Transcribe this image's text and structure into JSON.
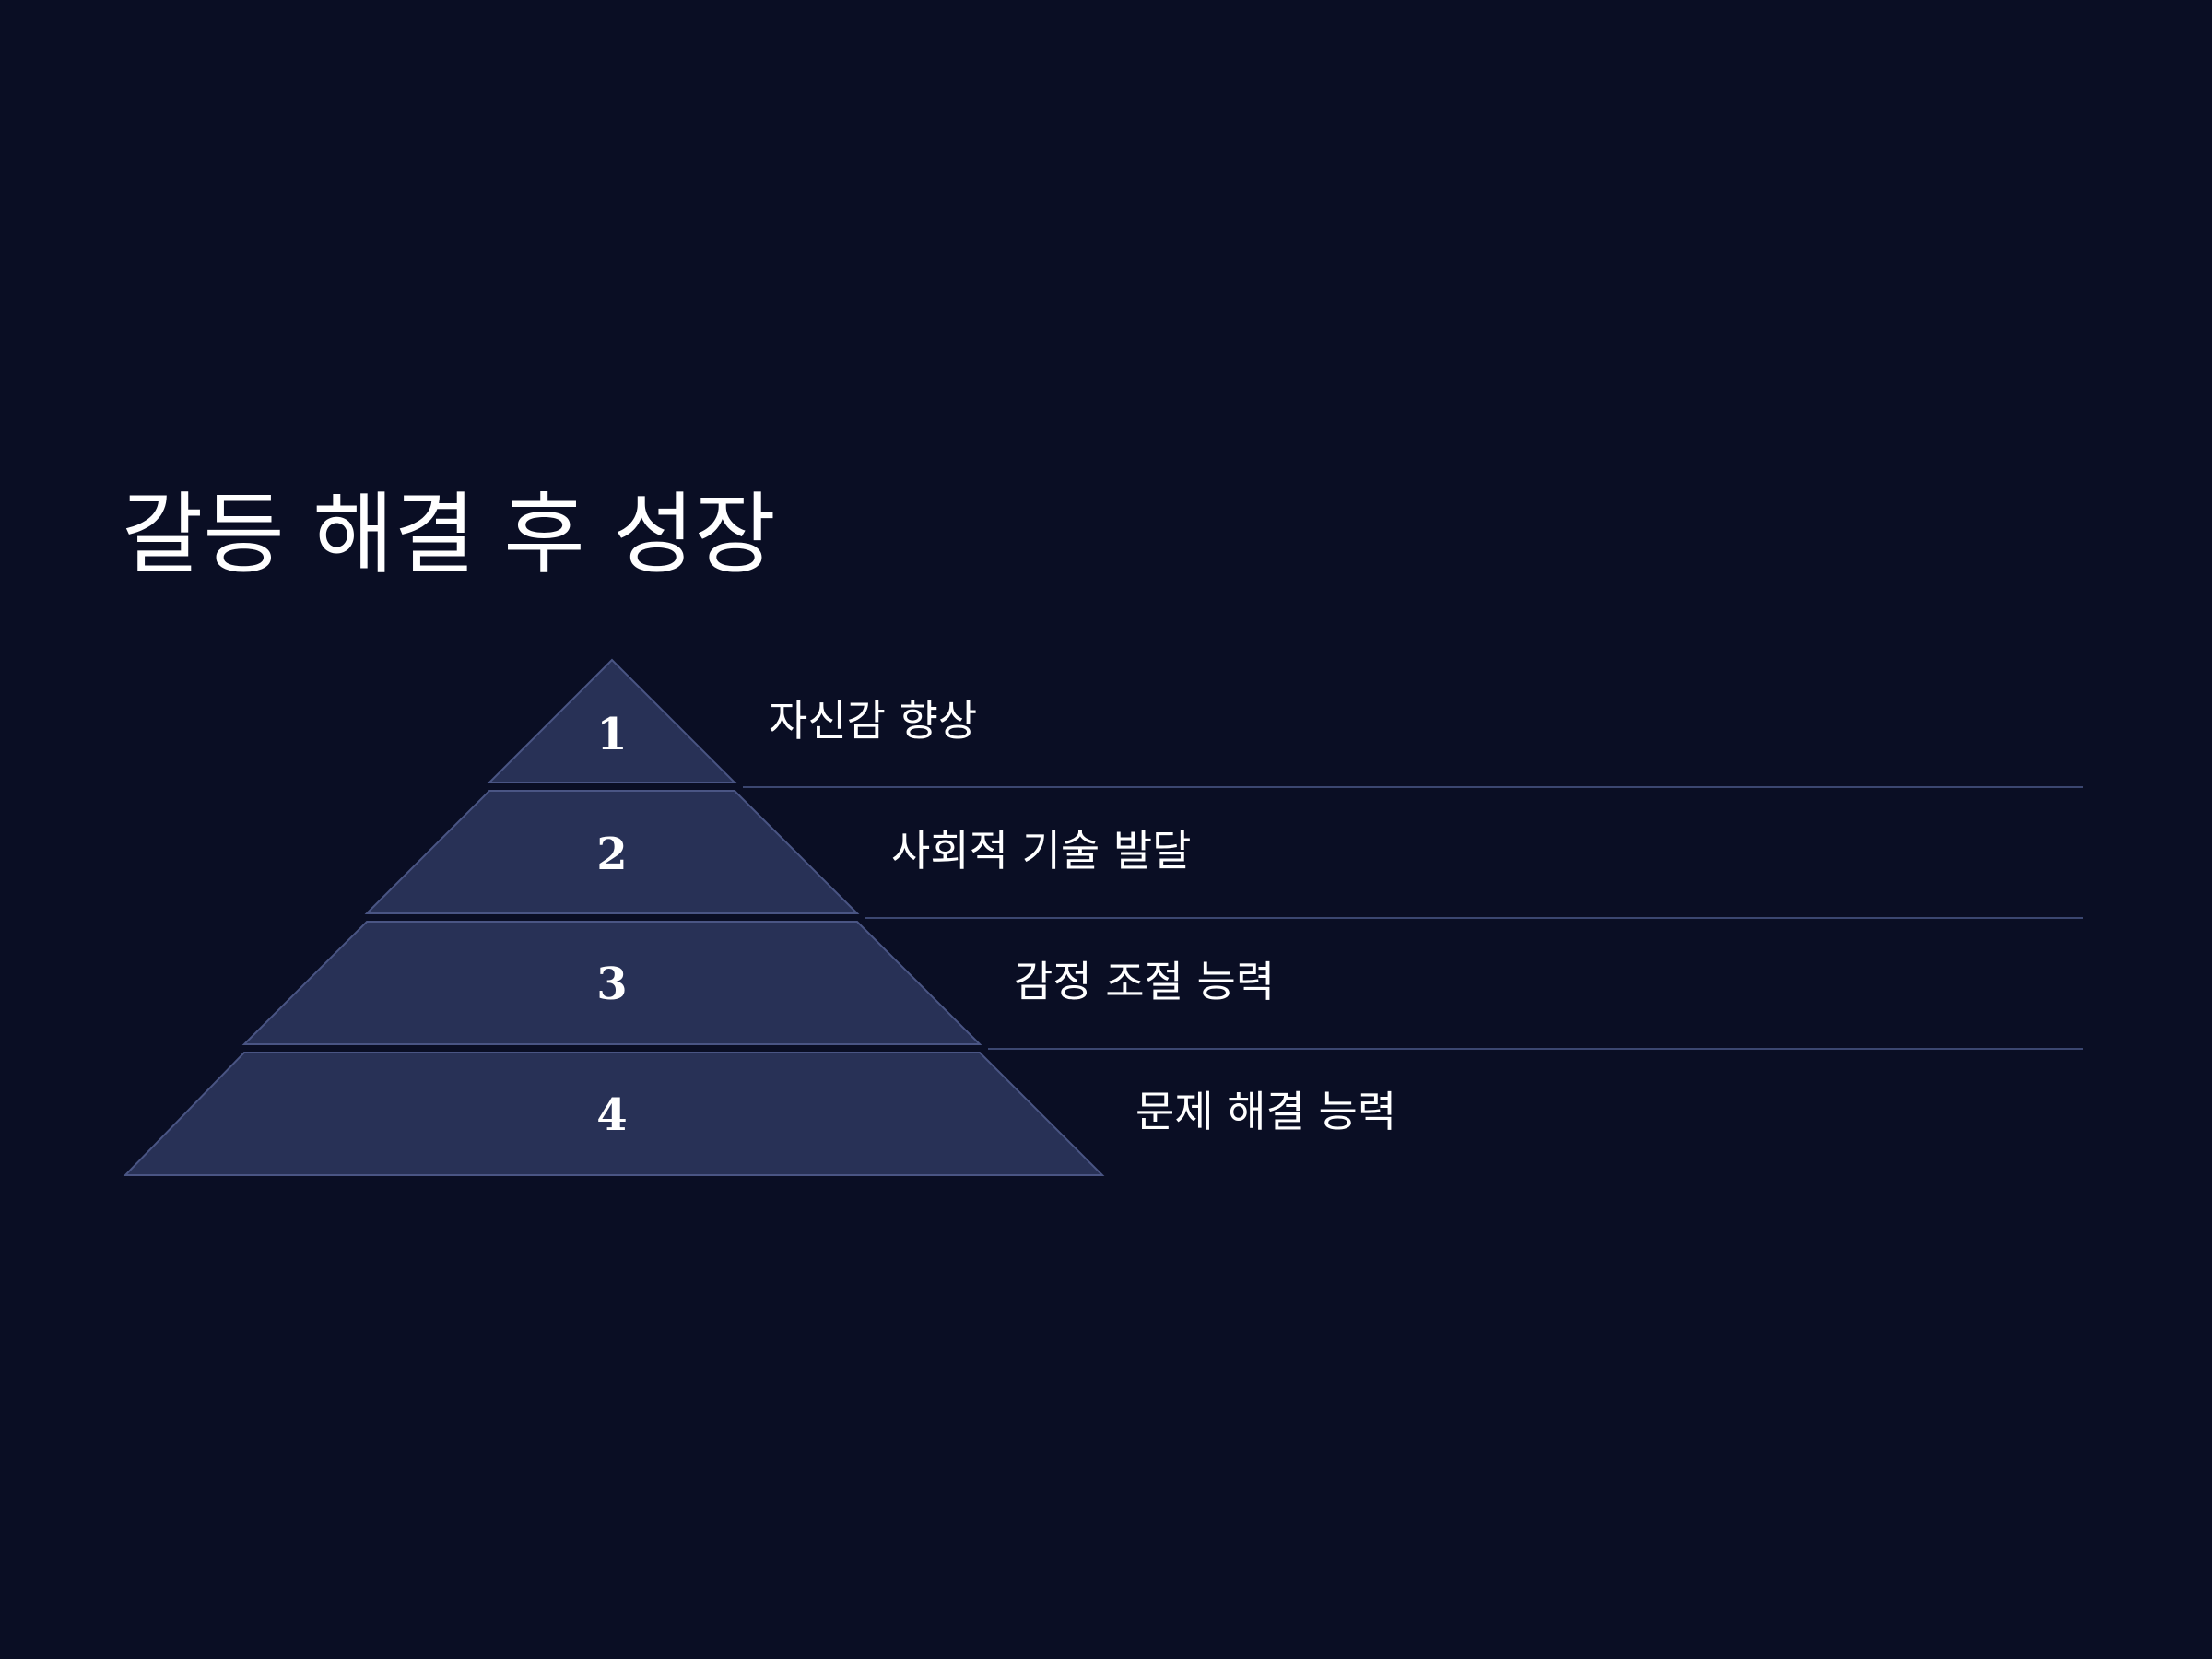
{
  "title": "갈등 해결 후 성장",
  "tiers": [
    {
      "number": "1",
      "label": "자신감 향상"
    },
    {
      "number": "2",
      "label": "사회적 기술 발달"
    },
    {
      "number": "3",
      "label": "감정 조절 능력"
    },
    {
      "number": "4",
      "label": "문제 해결 능력"
    }
  ],
  "colors": {
    "background": "#0a0e24",
    "tier_fill": "#283156",
    "tier_stroke": "#4a5584",
    "divider": "#3b4670",
    "text": "#ffffff"
  }
}
